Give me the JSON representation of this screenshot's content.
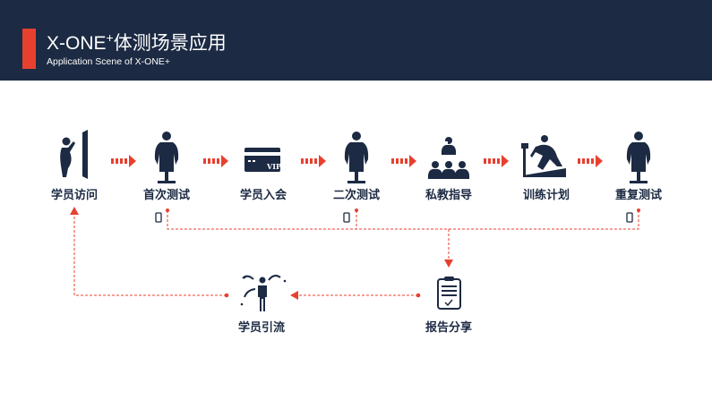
{
  "header": {
    "title_prefix": "X-ONE",
    "title_sup": "+",
    "title_suffix": "体测场景应用",
    "subtitle": "Application Scene of X-ONE+"
  },
  "steps": [
    {
      "label": "学员访问",
      "icon": "member-visit-icon"
    },
    {
      "label": "首次测试",
      "icon": "body-test-icon"
    },
    {
      "label": "学员入会",
      "icon": "vip-card-icon",
      "card_text": "VIP"
    },
    {
      "label": "二次测试",
      "icon": "body-test-icon"
    },
    {
      "label": "私教指导",
      "icon": "coach-class-icon"
    },
    {
      "label": "训练计划",
      "icon": "treadmill-icon"
    },
    {
      "label": "重复测试",
      "icon": "body-test-icon"
    }
  ],
  "bottom": [
    {
      "label": "学员引流",
      "icon": "referral-icon"
    },
    {
      "label": "报告分享",
      "icon": "clipboard-report-icon"
    }
  ],
  "colors": {
    "navy": "#1c2a43",
    "accent": "#e8402f"
  }
}
